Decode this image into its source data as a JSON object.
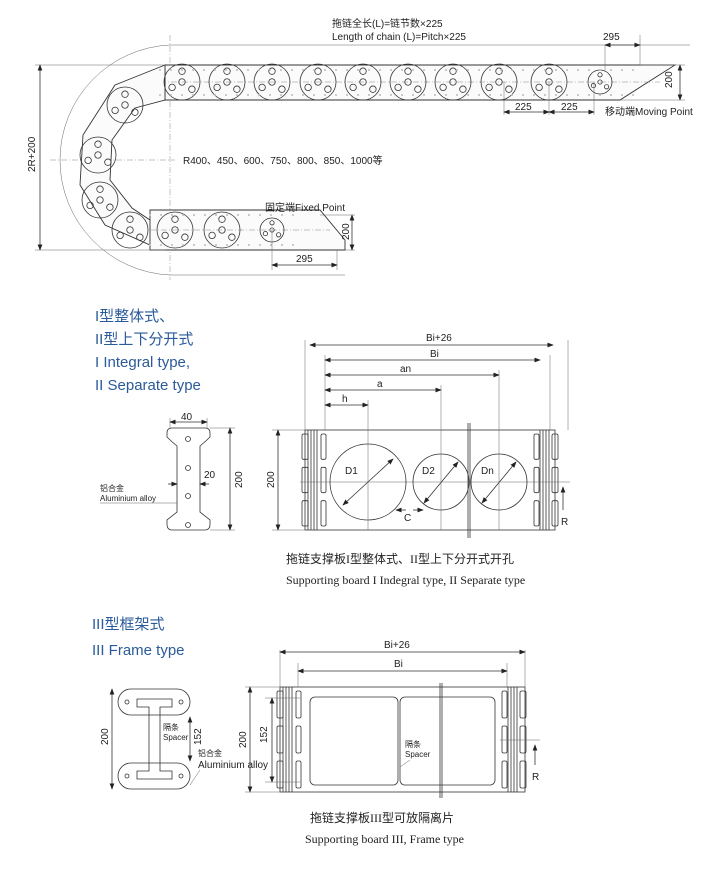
{
  "top_drawing": {
    "length_label_cn": "拖链全长(L)=链节数×225",
    "length_label_en": "Length of chain (L)=Pitch×225",
    "dim_295_top": "295",
    "dim_200_right": "200",
    "dim_225_a": "225",
    "dim_225_b": "225",
    "moving_point": "移动端Moving Point",
    "height_label": "2R+200",
    "radius_options": "R400、450、600、750、800、850、1000等",
    "fixed_point": "固定端Fixed Point",
    "dim_200_fixed": "200",
    "dim_295_bottom": "295"
  },
  "section1": {
    "title_cn_1": "I型整体式、",
    "title_cn_2": "II型上下分开式",
    "title_en_1": "I Integral type,",
    "title_en_2": "II Separate type",
    "profile": {
      "dim_width": "40",
      "dim_web": "20",
      "dim_height": "200",
      "material_cn": "铝合金",
      "material_en": "Aluminium alloy"
    },
    "board": {
      "dim_total": "Bi+26",
      "dim_bi": "Bi",
      "dim_an": "an",
      "dim_a": "a",
      "dim_h": "h",
      "dim_height": "200",
      "hole_d1": "D1",
      "hole_d2": "D2",
      "hole_dn": "Dn",
      "gap_c": "C",
      "radius_r": "R"
    },
    "caption_cn": "拖链支撑板I型整体式、II型上下分开式开孔",
    "caption_en": "Supporting board I Indegral type, II Separate type"
  },
  "section2": {
    "title_cn": "III型框架式",
    "title_en": "III Frame type",
    "profile": {
      "dim_height": "200",
      "dim_inner": "152",
      "spacer_cn": "隔条",
      "spacer_en": "Spacer",
      "material_cn": "铝合金",
      "material_en": "Aluminium alloy"
    },
    "board": {
      "dim_total": "Bi+26",
      "dim_bi": "Bi",
      "dim_height": "200",
      "dim_inner": "152",
      "spacer_cn": "隔条",
      "spacer_en": "Spacer",
      "radius_r": "R"
    },
    "caption_cn": "拖链支撑板III型可放隔离片",
    "caption_en": "Supporting board III, Frame type"
  }
}
